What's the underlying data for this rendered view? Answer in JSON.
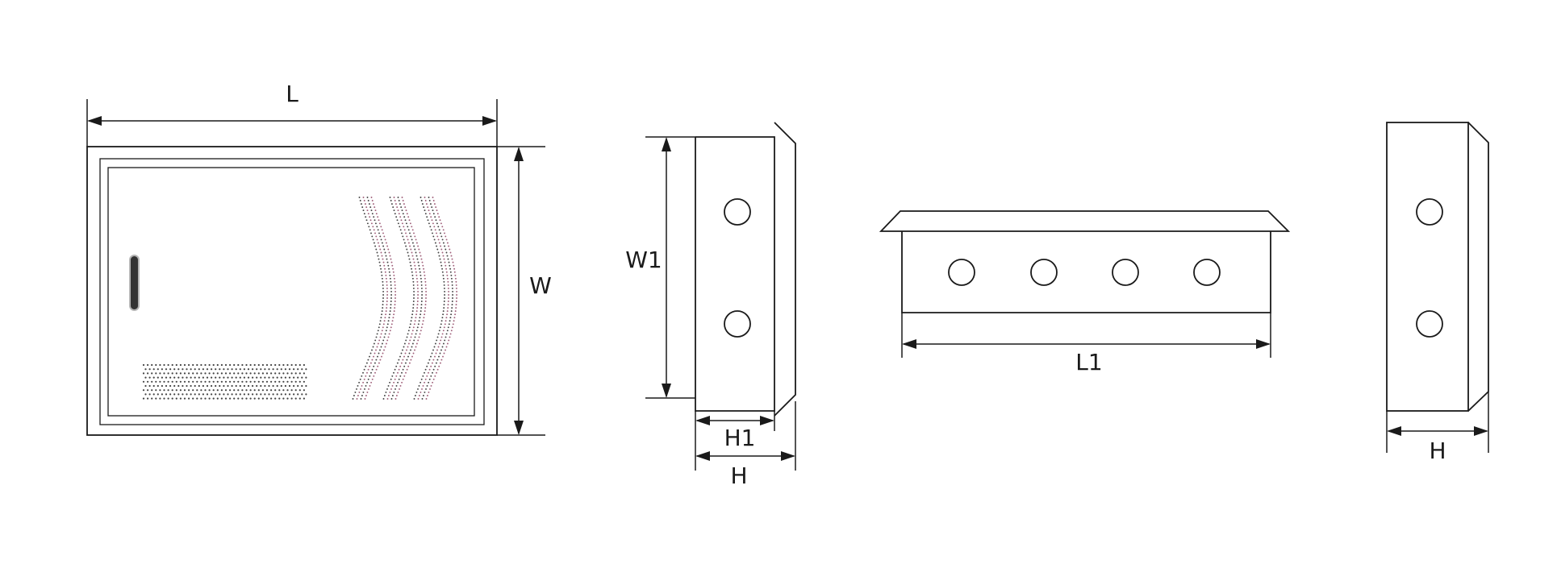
{
  "labels": {
    "front_length": "L",
    "front_width": "W",
    "side_width": "W1",
    "side_depth_inner": "H1",
    "side_depth": "H",
    "bottom_length": "L1",
    "right_depth": "H"
  },
  "views": {
    "side_holes": 2,
    "bottom_holes": 4,
    "right_holes": 2
  },
  "colors": {
    "line": "#1a1a1a",
    "vent_dot": "#444444",
    "wave_dot": "#a0607a"
  }
}
